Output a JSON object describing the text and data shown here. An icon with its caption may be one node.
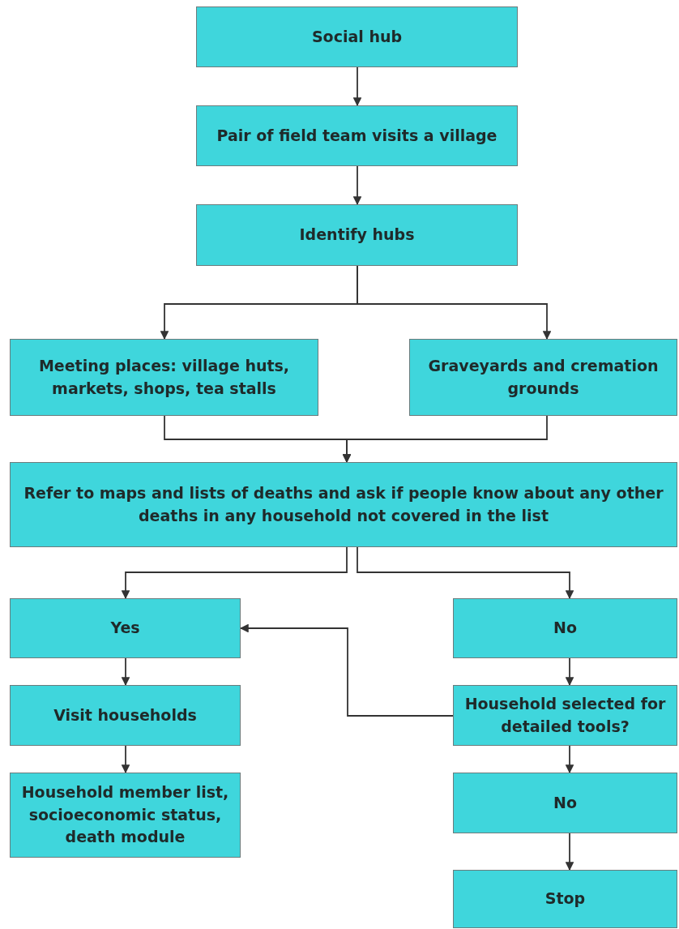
{
  "diagram": {
    "nodes": [
      {
        "text": [
          "Social hub"
        ]
      },
      {
        "text": [
          "Pair of field team visits a village"
        ]
      },
      {
        "text": [
          "Identify hubs"
        ]
      },
      {
        "text": [
          "Meeting places: village huts, markets, shops, tea stalls"
        ]
      },
      {
        "text": [
          "Graveyards and cremation grounds"
        ]
      },
      {
        "text": [
          "Refer to maps and lists of deaths and ask if people know about any other deaths in any household not covered in the list"
        ]
      },
      {
        "text": [
          "Yes"
        ]
      },
      {
        "text": [
          "No"
        ]
      },
      {
        "text": [
          "Visit households"
        ]
      },
      {
        "text": [
          "Household member list, socioeconomic status, death module"
        ]
      },
      {
        "text": [
          "Household selected for detailed tools?"
        ]
      },
      {
        "text": [
          "No"
        ]
      },
      {
        "text": [
          "Stop"
        ]
      }
    ],
    "edges": [
      {
        "from": 0,
        "to": 1,
        "arrow": "to"
      },
      {
        "from": 1,
        "to": 2,
        "arrow": "to"
      },
      {
        "from": 2,
        "to": 3,
        "arrow": "to"
      },
      {
        "from": 2,
        "to": 4,
        "arrow": "to"
      },
      {
        "from": 3,
        "to": 5,
        "arrow": "to"
      },
      {
        "from": 4,
        "to": 5,
        "arrow": "to"
      },
      {
        "from": 5,
        "to": 6,
        "arrow": "to"
      },
      {
        "from": 5,
        "to": 7,
        "arrow": "to"
      },
      {
        "from": 7,
        "to": 10,
        "arrow": "to"
      },
      {
        "from": 10,
        "to": 6,
        "arrow": "to"
      },
      {
        "from": 6,
        "to": 8,
        "arrow": "to"
      },
      {
        "from": 8,
        "to": 9,
        "arrow": "to"
      },
      {
        "from": 10,
        "to": 11,
        "arrow": "to"
      },
      {
        "from": 11,
        "to": 12,
        "arrow": "to"
      }
    ]
  }
}
